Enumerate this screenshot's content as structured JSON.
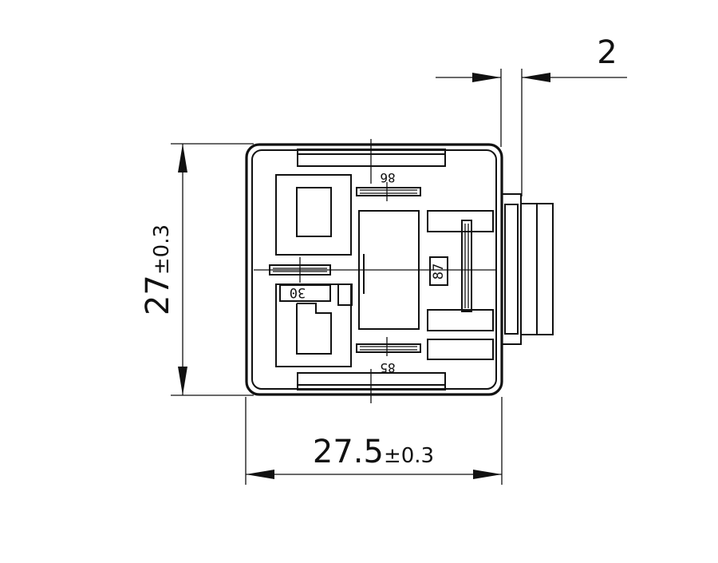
{
  "dimensions": {
    "top_gap": "2",
    "height_main": "27",
    "height_tol": "±0.3",
    "width_main": "27.5",
    "width_tol": "±0.3"
  },
  "pins": {
    "p86": "86",
    "p85": "85",
    "p87": "87",
    "p30": "30"
  }
}
